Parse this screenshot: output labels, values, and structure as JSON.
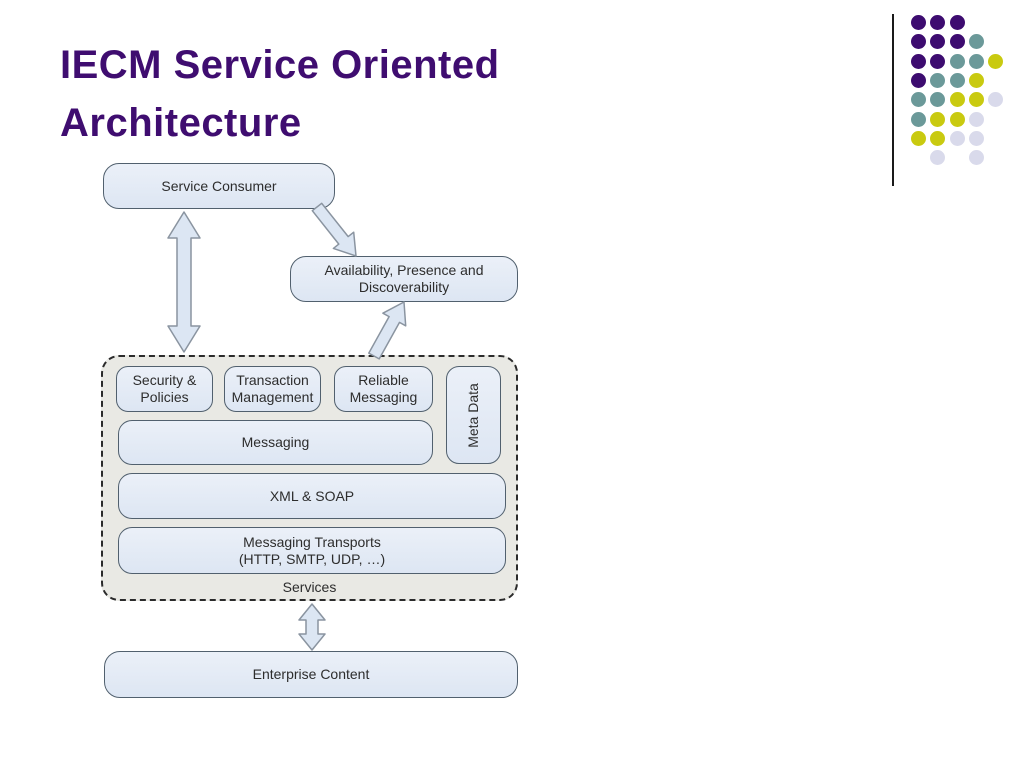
{
  "title": {
    "text": "IECM Service Oriented\nArchitecture",
    "color": "#3F0D70"
  },
  "diagram": {
    "service_consumer": "Service Consumer",
    "availability": "Availability, Presence and\nDiscoverability",
    "security": "Security &\nPolicies",
    "transaction": "Transaction\nManagement",
    "reliable": "Reliable\nMessaging",
    "meta_data": "Meta Data",
    "messaging": "Messaging",
    "xml_soap": "XML & SOAP",
    "transports": "Messaging Transports\n(HTTP, SMTP, UDP, …)",
    "services": "Services",
    "enterprise_content": "Enterprise Content"
  },
  "colors": {
    "title": "#3F0D70",
    "box_fill": "#DFE8F4",
    "box_border": "#51606E",
    "container_fill": "#E9E9E4",
    "arrow_fill": "#DCE6F3",
    "dot_purple": "#3D0C70",
    "dot_teal": "#6B9999",
    "dot_yellow": "#C9CA10",
    "dot_lavender": "#D9DAEB"
  },
  "decoration": {
    "dot_rows": [
      [
        "purple",
        "purple",
        "purple",
        null,
        null
      ],
      [
        "purple",
        "purple",
        "purple",
        "teal",
        null
      ],
      [
        "purple",
        "purple",
        "teal",
        "teal",
        "yellow"
      ],
      [
        "purple",
        "teal",
        "teal",
        "yellow",
        null
      ],
      [
        "teal",
        "teal",
        "yellow",
        "yellow",
        "lavender"
      ],
      [
        "teal",
        "yellow",
        "yellow",
        "lavender",
        null
      ],
      [
        "yellow",
        "yellow",
        "lavender",
        "lavender",
        null
      ],
      [
        null,
        "lavender",
        null,
        "lavender",
        null
      ]
    ]
  }
}
